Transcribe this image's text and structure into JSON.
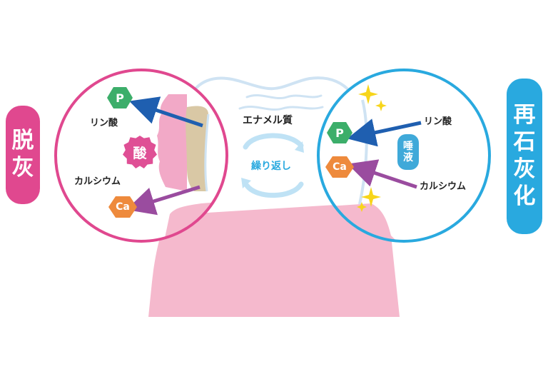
{
  "left_label": [
    "脱",
    "灰"
  ],
  "right_label": [
    "再",
    "石",
    "灰",
    "化"
  ],
  "center": {
    "enamel": "エナメル質",
    "cycle": "繰り返し"
  },
  "left_circle": {
    "phosphate_label": "リン酸",
    "calcium_label": "カルシウム",
    "acid": "酸",
    "p_symbol": "P",
    "ca_symbol": "Ca"
  },
  "right_circle": {
    "phosphate_label": "リン酸",
    "calcium_label": "カルシウム",
    "saliva": [
      "唾",
      "液"
    ],
    "p_symbol": "P",
    "ca_symbol": "Ca"
  },
  "colors": {
    "pink": "#e0488f",
    "blue": "#29a9df",
    "green": "#3cae6a",
    "orange": "#ee8a3c",
    "arrow_blue": "#1f5fb0",
    "arrow_purple": "#9a4c9f",
    "gum": "#f5b9cd",
    "enamel_outline": "#cfe3f3"
  }
}
